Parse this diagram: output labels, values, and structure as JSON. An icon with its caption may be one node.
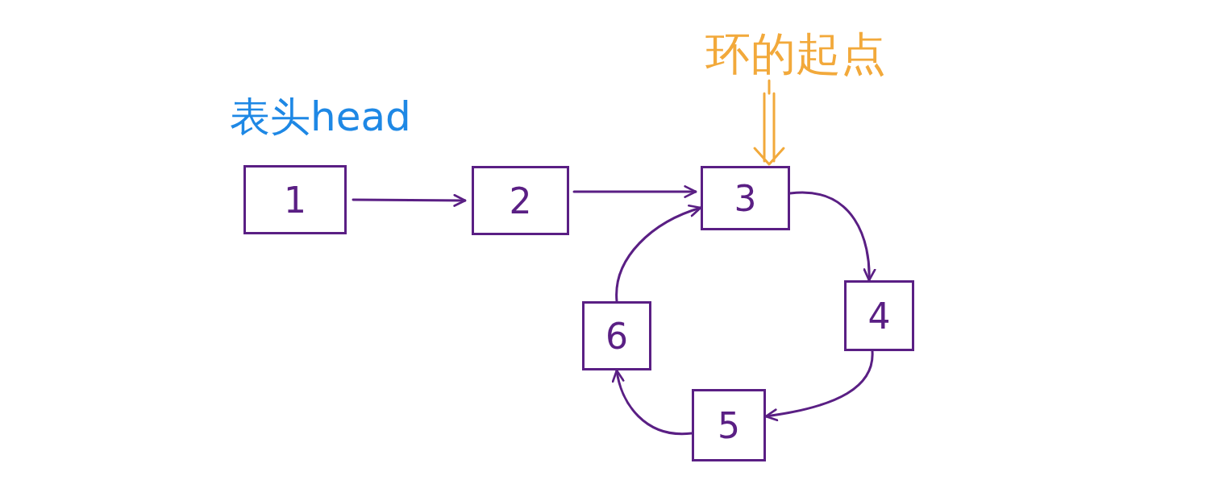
{
  "diagram": {
    "nodes": [
      {
        "text": [
          "1"
        ],
        "beside": [
          "表头head"
        ]
      },
      {
        "text": [
          "2"
        ]
      },
      {
        "text": [
          "3"
        ]
      },
      {
        "text": [
          "4"
        ]
      },
      {
        "text": [
          "5"
        ]
      },
      {
        "text": [
          "6"
        ]
      },
      {
        "text": [
          "环的起点"
        ]
      }
    ],
    "edges": [
      {
        "from": 0,
        "to": 1,
        "arrow": "to"
      },
      {
        "from": 1,
        "to": 2,
        "arrow": "to"
      },
      {
        "from": 2,
        "to": 3,
        "arrow": "to"
      },
      {
        "from": 3,
        "to": 4,
        "arrow": "to"
      },
      {
        "from": 4,
        "to": 5,
        "arrow": "to"
      },
      {
        "from": 5,
        "to": 2,
        "arrow": "to"
      },
      {
        "from": 6,
        "to": 2,
        "arrow": "to",
        "color": "#f2a93b"
      }
    ]
  }
}
